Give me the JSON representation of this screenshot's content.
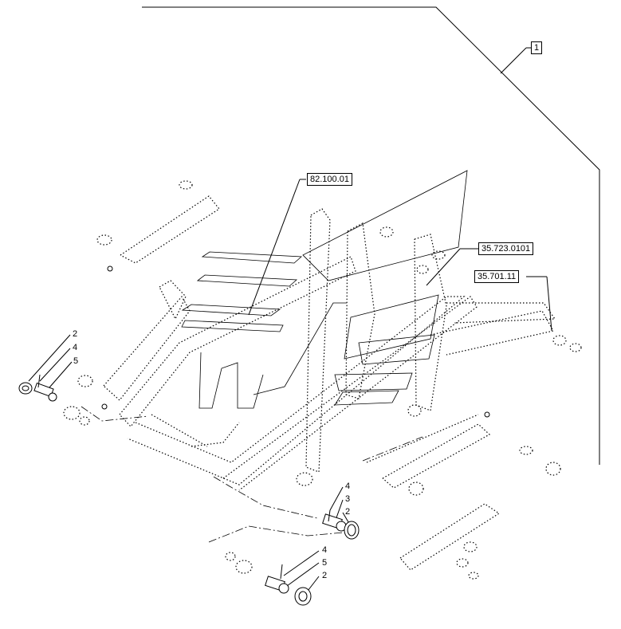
{
  "diagram": {
    "assembly_ref": "1",
    "section_refs": {
      "cab_section": "82.100.01",
      "mount_section": "35.723.0101",
      "cylinder_section": "35.701.11"
    },
    "callouts": {
      "left_group": [
        "2",
        "4",
        "5"
      ],
      "center_group": [
        "4",
        "3",
        "2"
      ],
      "bottom_group": [
        "4",
        "5",
        "2"
      ]
    }
  }
}
